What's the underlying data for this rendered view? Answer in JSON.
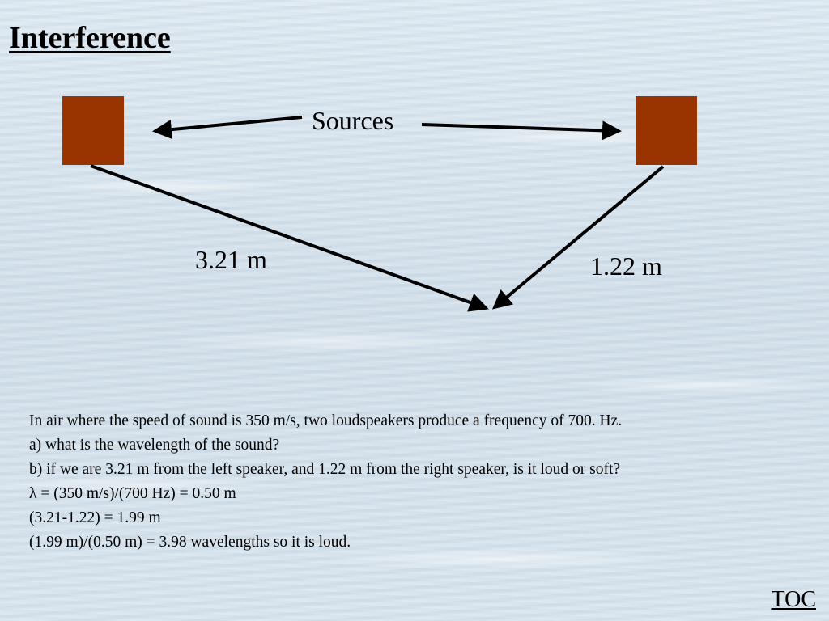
{
  "slide": {
    "title": "Interference"
  },
  "diagram": {
    "sources_label": "Sources",
    "left_distance_label": "3.21 m",
    "right_distance_label": "1.22 m",
    "speaker_color": "#993300"
  },
  "problem": {
    "lines": [
      "In air where the speed of sound is 350 m/s, two loudspeakers produce a frequency of 700. Hz.",
      "a) what is the wavelength of the sound?",
      "b) if we are 3.21 m from the left speaker, and 1.22 m from the right speaker, is it loud or soft?",
      "λ = (350 m/s)/(700 Hz) = 0.50 m",
      "(3.21-1.22) = 1.99 m",
      "(1.99 m)/(0.50 m) = 3.98 wavelengths so it is loud."
    ]
  },
  "nav": {
    "toc_label": "TOC"
  }
}
